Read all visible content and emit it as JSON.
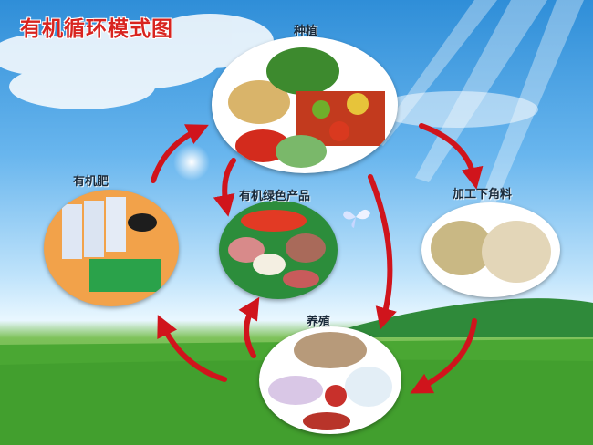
{
  "title": "有机循环模式图",
  "nodes": {
    "planting": {
      "label": "种植"
    },
    "organic_products": {
      "label": "有机绿色产品"
    },
    "byproducts": {
      "label": "加工下角料"
    },
    "fertilizer": {
      "label": "有机肥"
    },
    "breeding": {
      "label": "养殖"
    }
  },
  "colors": {
    "title": "#d8241f",
    "arrow": "#d0141c",
    "plate_white": "#ffffff",
    "plate_orange": "#f2a24a",
    "plate_green": "#2c8d3b"
  }
}
